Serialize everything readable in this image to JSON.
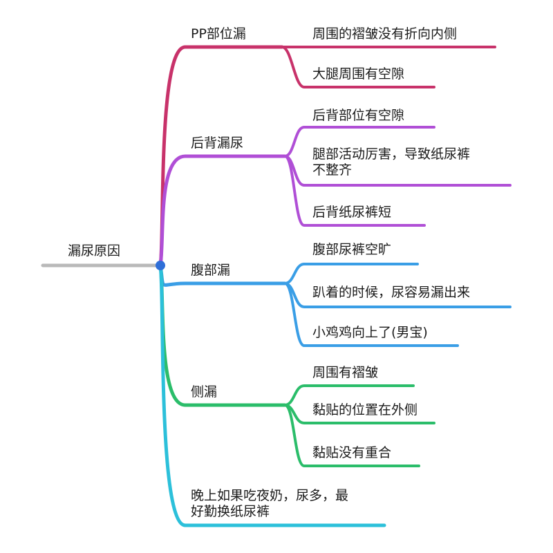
{
  "root": {
    "label": "漏尿原因",
    "color": "#b9b9b9",
    "dot_color": "#2f6fd8"
  },
  "branches": [
    {
      "label": "PP部位漏",
      "color": "#c8326a",
      "children": [
        {
          "label": "周围的褶皱没有折向内侧"
        },
        {
          "label": "大腿周围有空隙"
        }
      ]
    },
    {
      "label": "后背漏尿",
      "color": "#b04fd6",
      "children": [
        {
          "label": "后背部位有空隙"
        },
        {
          "label": "腿部活动厉害，导致纸尿裤\n不整齐"
        },
        {
          "label": "后背纸尿裤短"
        }
      ]
    },
    {
      "label": "腹部漏",
      "color": "#3a9ee6",
      "children": [
        {
          "label": "腹部尿裤空旷"
        },
        {
          "label": "趴着的时候，尿容易漏出来"
        },
        {
          "label": "小鸡鸡向上了(男宝)"
        }
      ]
    },
    {
      "label": "侧漏",
      "color": "#2bbd6a",
      "children": [
        {
          "label": "周围有褶皱"
        },
        {
          "label": "黏贴的位置在外侧"
        },
        {
          "label": "黏贴没有重合"
        }
      ]
    },
    {
      "label": "晚上如果吃夜奶，尿多，最\n好勤换纸尿裤",
      "color": "#2cc0da",
      "children": []
    }
  ]
}
